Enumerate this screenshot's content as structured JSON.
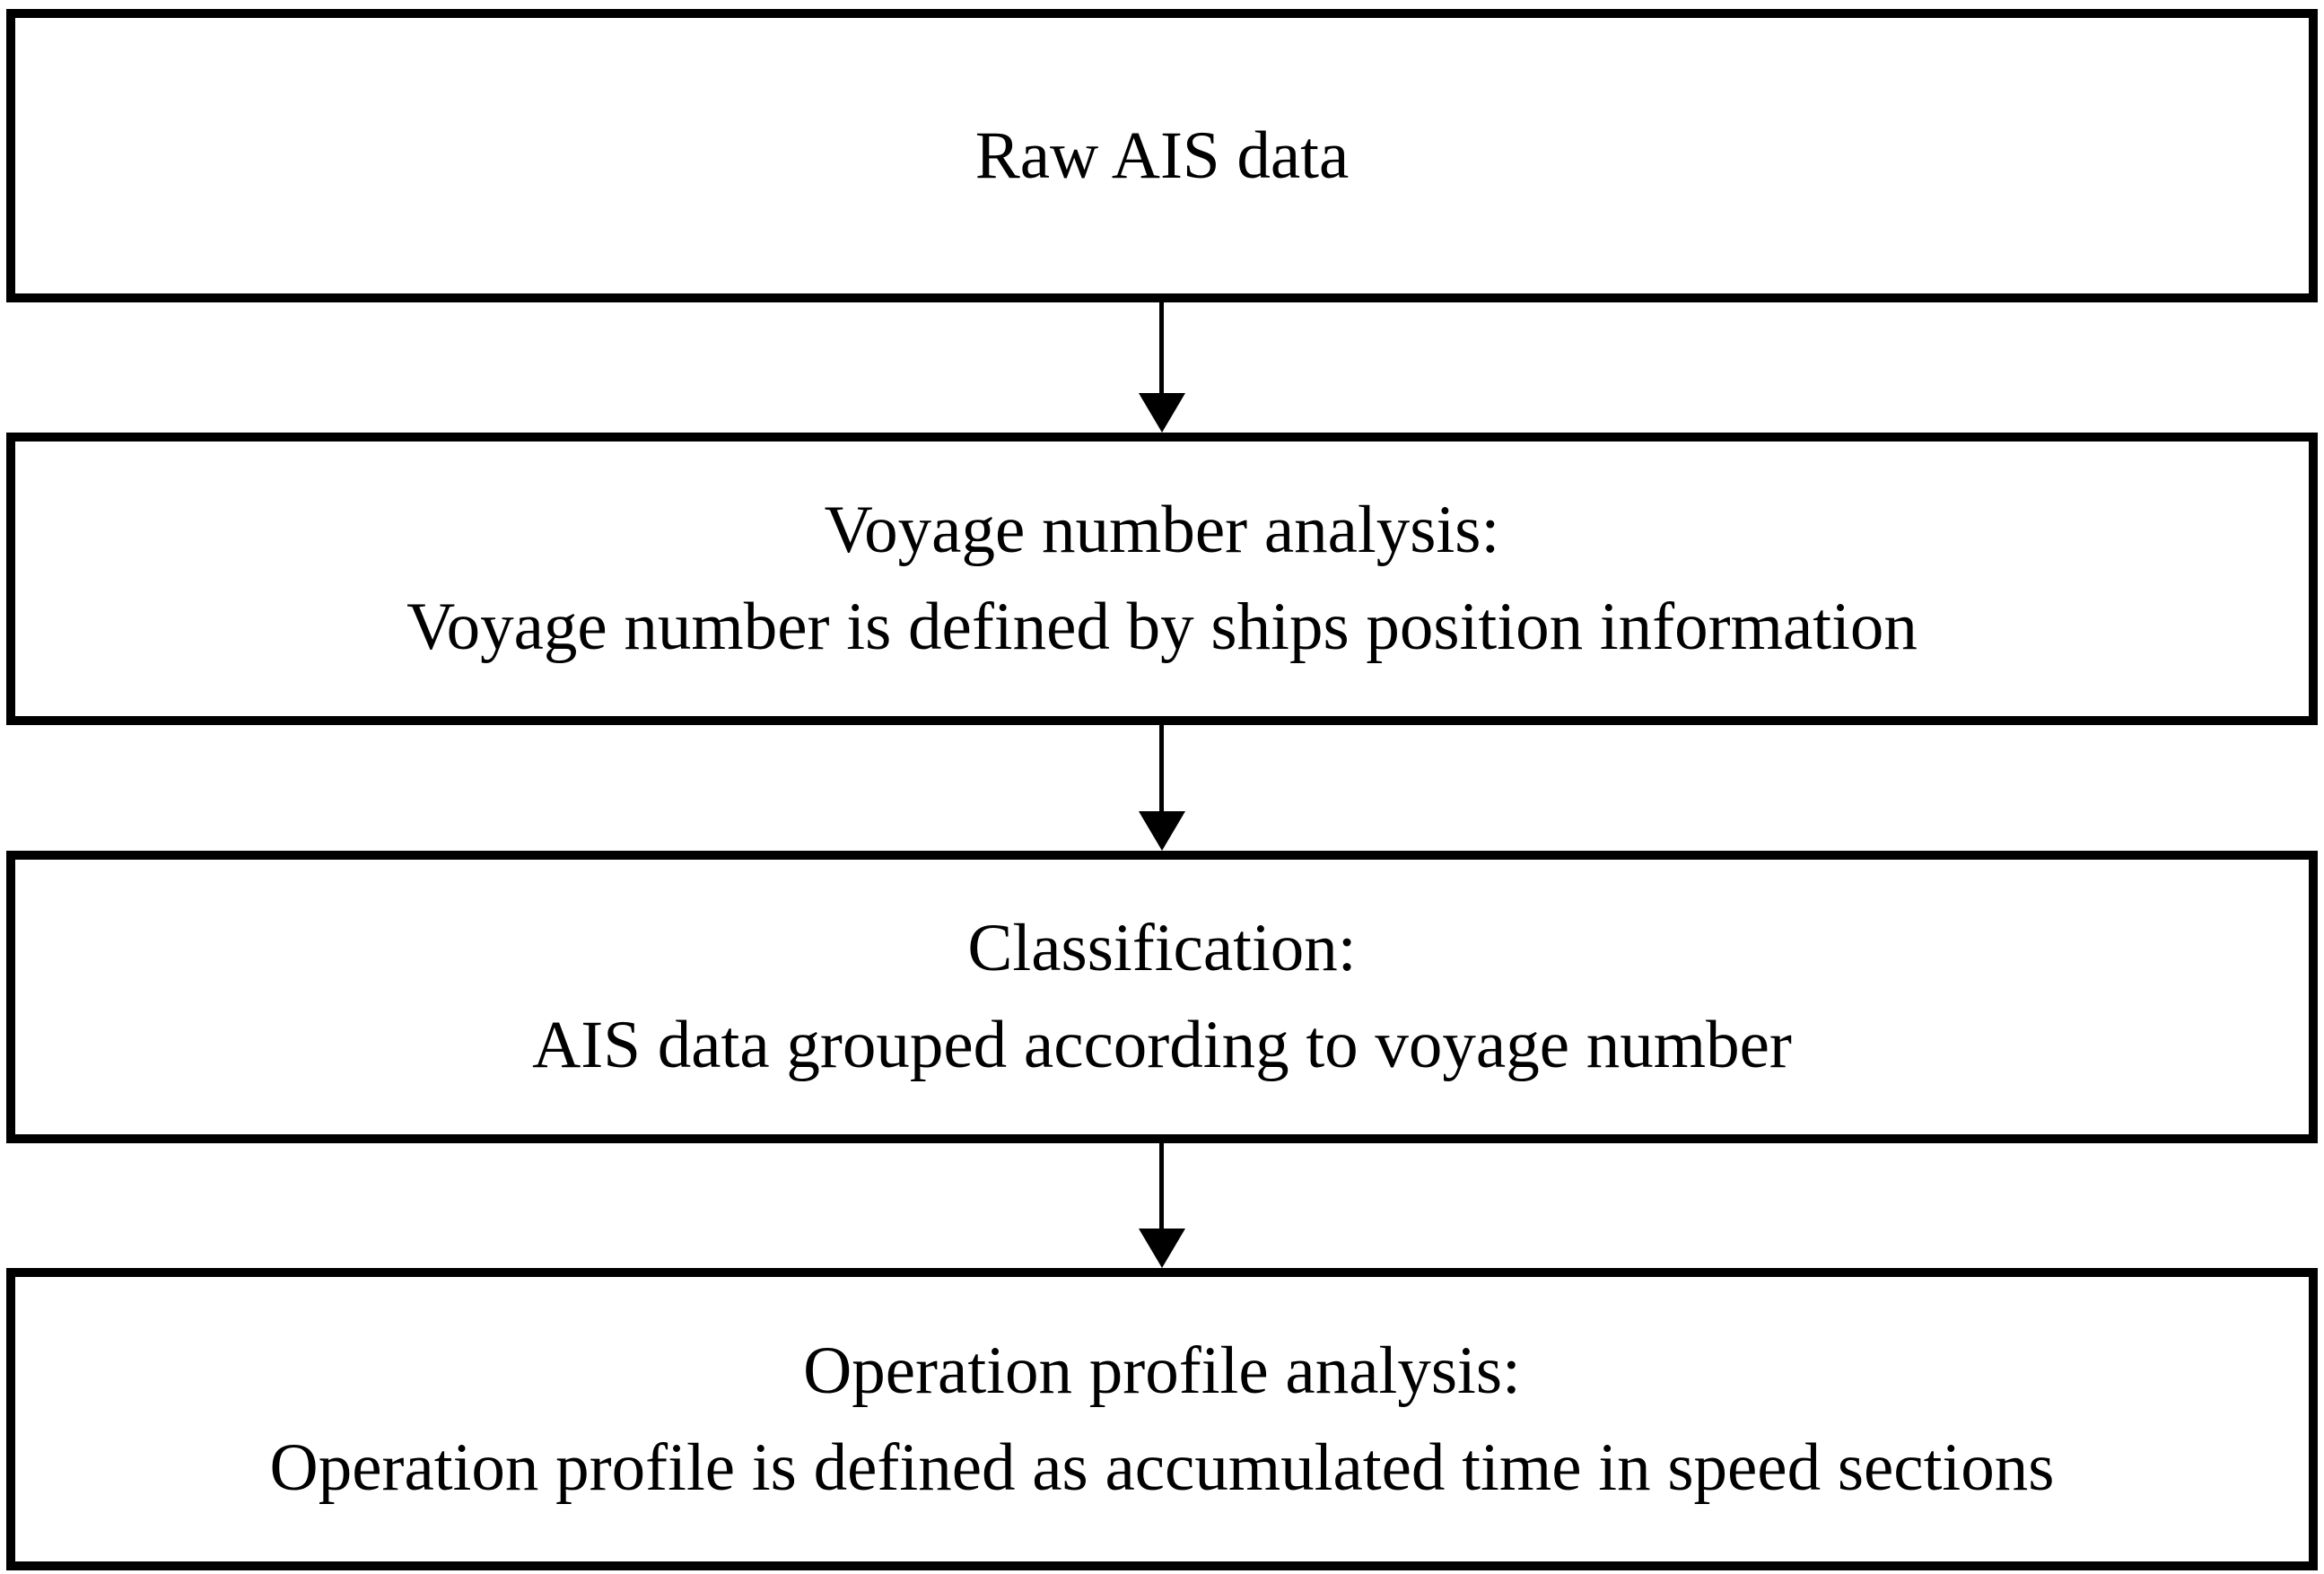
{
  "diagram": {
    "type": "flowchart",
    "colors": {
      "background": "#ffffff",
      "box_fill": "#ffffff",
      "line": "#000000",
      "text": "#000000"
    },
    "boxes": [
      {
        "name": "raw-ais-data",
        "lines": [
          "Raw AIS data"
        ]
      },
      {
        "name": "voyage-number-analysis",
        "lines": [
          "Voyage number analysis:",
          "Voyage number is defined by ships position information"
        ]
      },
      {
        "name": "classification",
        "lines": [
          "Classification:",
          "AIS data grouped according to voyage number"
        ]
      },
      {
        "name": "operation-profile-analysis",
        "lines": [
          "Operation profile analysis:",
          "Operation profile is defined as accumulated time in speed sections"
        ]
      }
    ],
    "arrows": [
      {
        "name": "arrow-raw-to-voyage",
        "direction": "down"
      },
      {
        "name": "arrow-voyage-to-classification",
        "direction": "down"
      },
      {
        "name": "arrow-classification-to-operation",
        "direction": "down"
      }
    ]
  }
}
